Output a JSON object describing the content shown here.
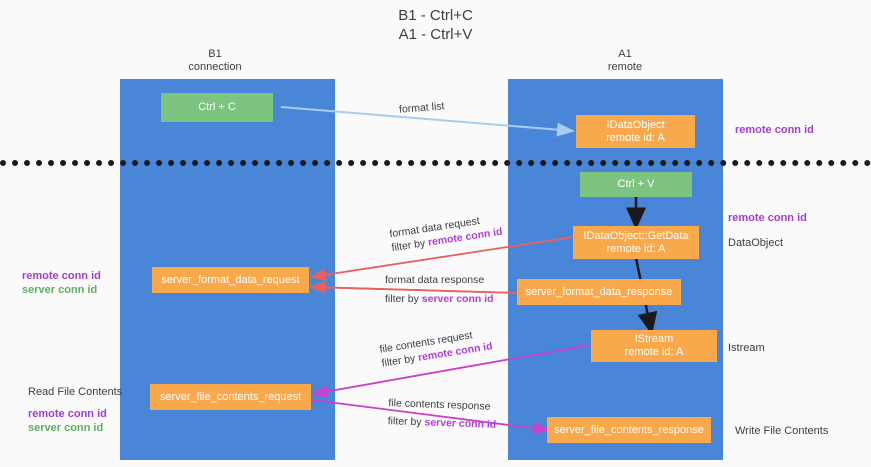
{
  "title": {
    "line1": "B1 - Ctrl+C",
    "line2": "A1 - Ctrl+V"
  },
  "columns": [
    {
      "name": "b1",
      "title": "B1",
      "subtitle": "connection"
    },
    {
      "name": "a1",
      "title": "A1",
      "subtitle": "remote"
    }
  ],
  "boxes": {
    "ctrl_c": {
      "line1": "Ctrl + C",
      "line2": ""
    },
    "idataobject": {
      "line1": "IDataObject",
      "line2": "remote id: A"
    },
    "ctrl_v": {
      "line1": "Ctrl + V",
      "line2": ""
    },
    "getdata": {
      "line1": "IDataObject::GetData",
      "line2": "remote id: A"
    },
    "server_format_data_request": {
      "line1": "server_format_data_request",
      "line2": ""
    },
    "server_format_data_response": {
      "line1": "server_format_data_response",
      "line2": ""
    },
    "istream": {
      "line1": "IStream",
      "line2": "remote id: A"
    },
    "server_file_contents_request": {
      "line1": "server_file_contents_request",
      "line2": ""
    },
    "server_file_contents_response": {
      "line1": "server_file_contents_response",
      "line2": ""
    }
  },
  "arrow_labels": {
    "format_list": {
      "main": "format list",
      "filter_prefix": "",
      "filter_key": ""
    },
    "format_data_request": {
      "main": "format data request",
      "filter_prefix": "filter by ",
      "filter_key": "remote conn id"
    },
    "format_data_response": {
      "main": "format data response",
      "filter_prefix": "filter by ",
      "filter_key": "server conn id"
    },
    "file_contents_request": {
      "main": "file contents request",
      "filter_prefix": "filter by ",
      "filter_key": "remote conn id"
    },
    "file_contents_response": {
      "main": "file contents response",
      "filter_prefix": "filter by ",
      "filter_key": "server conn id"
    }
  },
  "right_labels": {
    "remote_conn_id_top": "remote conn id",
    "remote_conn_id_mid": "remote conn id",
    "dataobject": "DataObject",
    "istream": "Istream",
    "write_file_contents": "Write File Contents"
  },
  "left_labels": {
    "remote_conn_id": "remote conn id",
    "server_conn_id": "server conn id",
    "read_file_contents": "Read File Contents",
    "remote_conn_id_2": "remote conn id",
    "server_conn_id_2": "server conn id"
  },
  "colors": {
    "lane": "#4a86d8",
    "orange": "#f9a94c",
    "green": "#7cc47f",
    "purple": "#a03fd0",
    "green_text": "#5fae63",
    "arrow_blue": "#a8cdf0",
    "arrow_red": "#e8615c",
    "arrow_magenta": "#cc3fcc",
    "arrow_black": "#1a1a1a"
  }
}
